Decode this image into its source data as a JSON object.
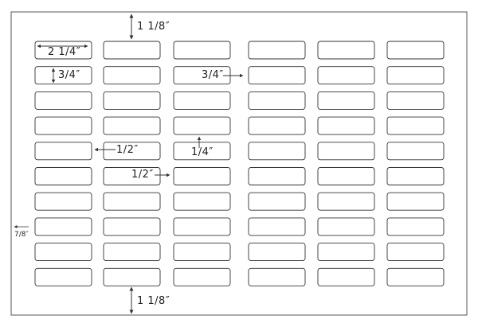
{
  "sheet": {
    "columns": 6,
    "rows": 10,
    "label_shape": "rounded-rectangle",
    "stroke_color": "#333333",
    "background_color": "#ffffff"
  },
  "dimensions": {
    "top_margin": "1 1/8″",
    "bottom_margin": "1 1/8″",
    "label_width": "2 1/4″",
    "label_height": "3/4″",
    "side_margin": "7/8″",
    "gap_left": "1/2″",
    "gap_right": "1/2″",
    "vertical_gap": "1/4″",
    "offset_label_height": "3/4″"
  }
}
